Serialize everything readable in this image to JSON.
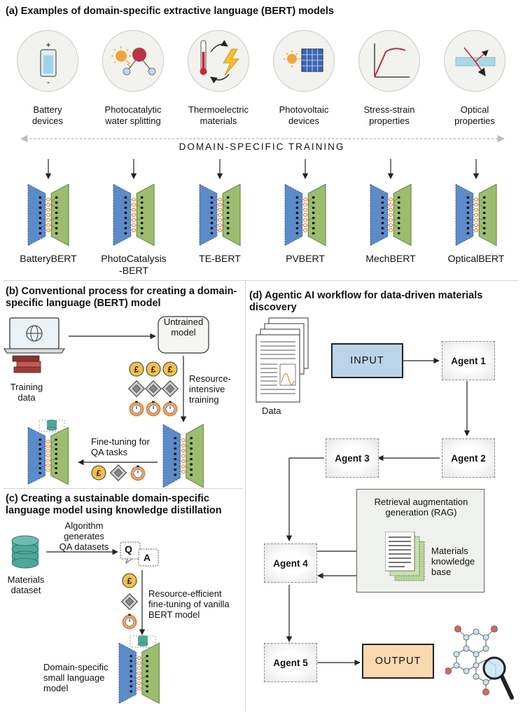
{
  "panel_a": {
    "title": "(a) Examples of domain-specific extractive language (BERT) models",
    "domains": [
      {
        "line1": "Battery",
        "line2": "devices",
        "icon": "battery-icon"
      },
      {
        "line1": "Photocatalytic",
        "line2": "water splitting",
        "icon": "water-splitting-icon"
      },
      {
        "line1": "Thermoelectric",
        "line2": "materials",
        "icon": "thermoelectric-icon"
      },
      {
        "line1": "Photovoltaic",
        "line2": "devices",
        "icon": "solar-panel-icon"
      },
      {
        "line1": "Stress-strain",
        "line2": "properties",
        "icon": "stress-strain-curve-icon"
      },
      {
        "line1": "Optical",
        "line2": "properties",
        "icon": "optical-refraction-icon"
      }
    ],
    "training_label": "DOMAIN-SPECIFIC TRAINING",
    "models": [
      {
        "line1": "BatteryBERT",
        "line2": ""
      },
      {
        "line1": "PhotoCatalysis",
        "line2": "-BERT"
      },
      {
        "line1": "TE-BERT",
        "line2": ""
      },
      {
        "line1": "PVBERT",
        "line2": ""
      },
      {
        "line1": "MechBERT",
        "line2": ""
      },
      {
        "line1": "OpticalBERT",
        "line2": ""
      }
    ]
  },
  "panel_b": {
    "title_line1": "(b) Conventional process for creating a domain-",
    "title_line2": "specific language (BERT) model",
    "training_data_line1": "Training",
    "training_data_line2": "data",
    "untrained_line1": "Untrained",
    "untrained_line2": "model",
    "resource_line1": "Resource-",
    "resource_line2": "intensive",
    "resource_line3": "training",
    "finetune_line1": "Fine-tuning for",
    "finetune_line2": "QA tasks",
    "coin_symbol": "£"
  },
  "panel_c": {
    "title_line1": "(c) Creating a sustainable domain-specific",
    "title_line2": "language model using knowledge distillation",
    "algo_line1": "Algorithm",
    "algo_line2": "generates",
    "algo_line3": "QA datasets",
    "q_letter": "Q",
    "a_letter": "A",
    "materials_line1": "Materials",
    "materials_line2": "dataset",
    "efficient_line1": "Resource-efficient",
    "efficient_line2": "fine-tuning of vanilla",
    "efficient_line3": "BERT model",
    "small_line1": "Domain-specific",
    "small_line2": "small language",
    "small_line3": "model"
  },
  "panel_d": {
    "title_line1": "(d) Agentic AI workflow for data-driven materials",
    "title_line2": "discovery",
    "data_label": "Data",
    "input_label": "INPUT",
    "output_label": "OUTPUT",
    "agents": [
      "Agent 1",
      "Agent 2",
      "Agent 3",
      "Agent 4",
      "Agent 5"
    ],
    "rag_line1": "Retrieval augmentation",
    "rag_line2": "generation (RAG)",
    "kb_line1": "Materials",
    "kb_line2": "knowledge",
    "kb_line3": "base"
  },
  "colors": {
    "encoder_blue": "#5b8bc9",
    "decoder_green": "#9cbd6e",
    "node_orange": "#e98a3c",
    "input_blue": "#bcd4e9",
    "output_orange": "#f8d9b0"
  }
}
